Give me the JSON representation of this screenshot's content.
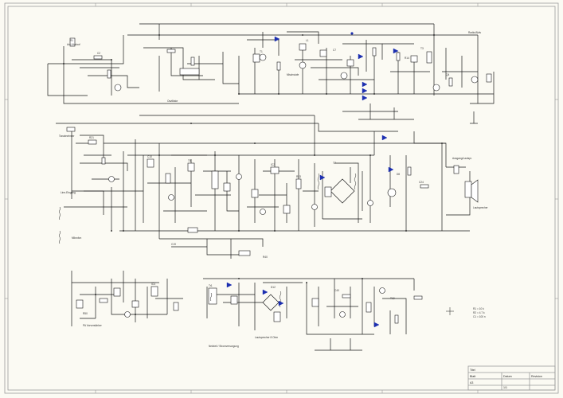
{
  "labels": {
    "top_right": "Radio/Aktiv",
    "top_left_a": "Ant./Vorlauf",
    "top_left_b": "Oszillator",
    "top_mid_a": "Mischstufe",
    "mid_right": "Ausgang/Lautspr.",
    "mid_right_b": "Lautsprecher",
    "mid_left_a": "Tonabnehmer",
    "mid_left_b": "Mikrofon",
    "mid_left_c": "Line-Eingang",
    "bottom_mid": "Netzteil / Stromversorgung",
    "bottom_left": "PA Vorverstärker",
    "bottom_mid_b": "Lautsprecher 8 Ohm",
    "legend_1": "R1 = 10 k",
    "legend_2": "R2 = 4.7 k",
    "legend_3": "C1 = 100 n"
  },
  "title_block": {
    "field_1": "Titel",
    "field_2": "Blatt",
    "field_3": "Datum",
    "field_4": "Revision",
    "field_5": "A3",
    "field_6": "1/1"
  },
  "colors": {
    "wire": "#1a1a1a",
    "diode": "#1c2fb0",
    "frame": "#9a9a9a",
    "paper": "#fbfaf3"
  }
}
